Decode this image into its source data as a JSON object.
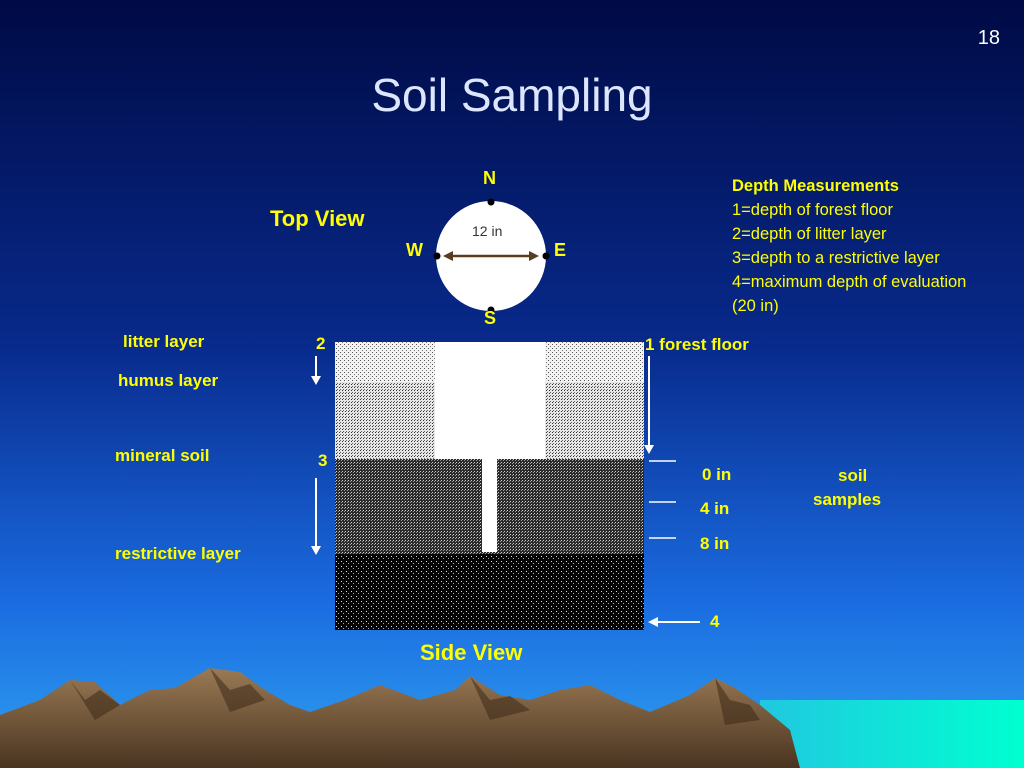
{
  "slide": {
    "number": "18",
    "title": "Soil Sampling"
  },
  "top_view": {
    "label": "Top View",
    "north": "N",
    "south": "S",
    "west": "W",
    "east": "E",
    "diameter": "12 in"
  },
  "depth_measurements": {
    "heading": "Depth Measurements",
    "items": [
      "1=depth of forest floor",
      "2=depth of litter layer",
      "3=depth to a restrictive layer",
      "4=maximum depth of evaluation",
      "(20 in)"
    ]
  },
  "side_view": {
    "label": "Side View",
    "layers": {
      "litter": "litter layer",
      "humus": "humus layer",
      "mineral": "mineral soil",
      "restrictive": "restrictive layer"
    },
    "markers": {
      "m1": "1 forest floor",
      "m2": "2",
      "m3": "3",
      "m4": "4"
    },
    "sample_depths": [
      "0 in",
      "4 in",
      "8 in"
    ],
    "samples_label": [
      "soil",
      "samples"
    ]
  },
  "colors": {
    "sky_top": "#000A45",
    "sky_bottom": "#1A6BE0",
    "label_yellow": "#FFFF00",
    "title": "#DDE6FF",
    "mountain": "#7A5A3A",
    "sea": "#00FFD0"
  }
}
